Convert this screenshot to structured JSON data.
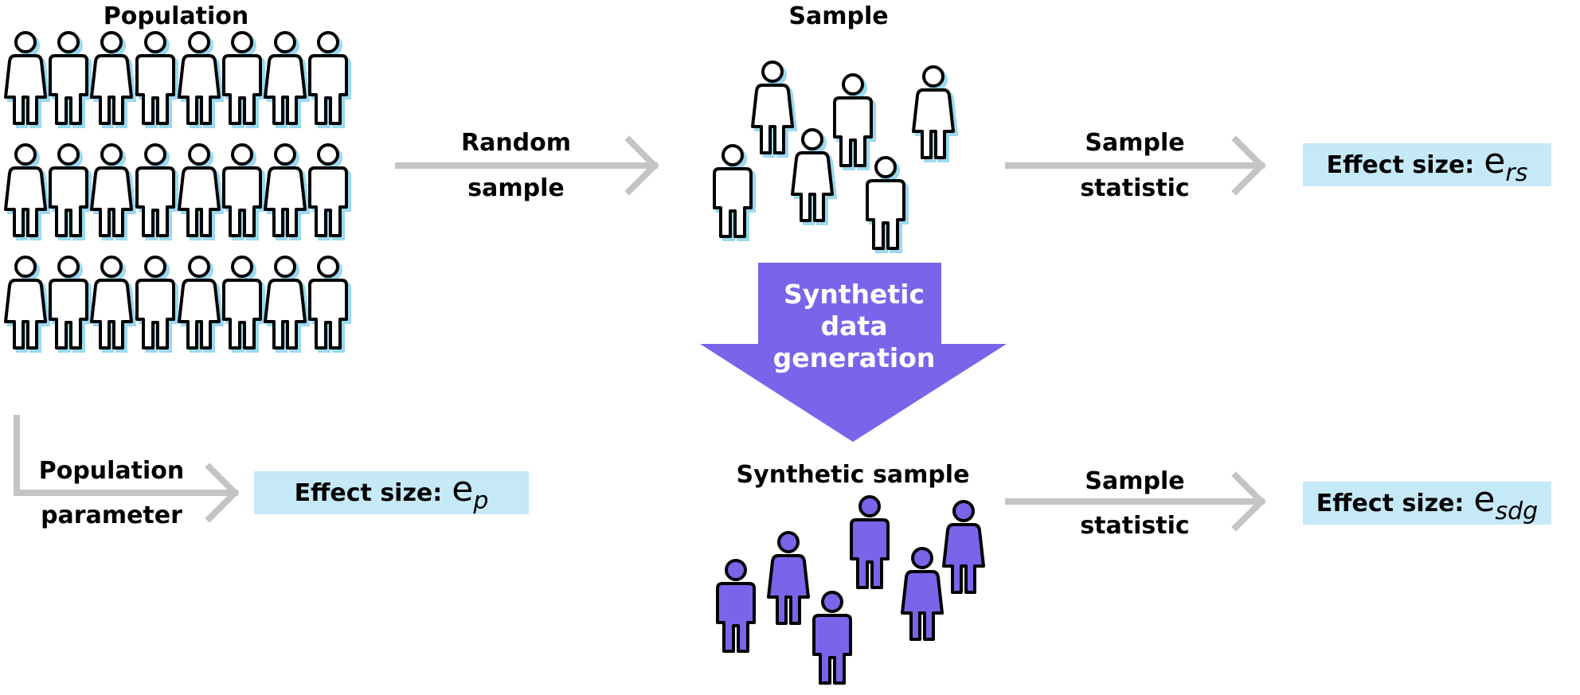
{
  "labels": {
    "population": "Population",
    "sample": "Sample",
    "random_sample_1": "Random",
    "random_sample_2": "sample",
    "sample_statistic_1": "Sample",
    "sample_statistic_2": "statistic",
    "population_parameter_1": "Population",
    "population_parameter_2": "parameter",
    "synthetic_sample": "Synthetic sample",
    "synthetic_gen_1": "Synthetic",
    "synthetic_gen_2": "data",
    "synthetic_gen_3": "generation"
  },
  "effect_sizes": {
    "prefix": "Effect size:",
    "symbol": "e",
    "rs_sub": "rs",
    "p_sub": "p",
    "sdg_sub": "sdg"
  },
  "colors": {
    "outline": "#000000",
    "shadow": "#9ad9f0",
    "purple": "#7b64ea",
    "arrow_gray": "#c4c4c4",
    "box_blue": "#c6e9f8"
  },
  "icons": {
    "person_male": "person-male-icon",
    "person_female": "person-female-icon"
  }
}
